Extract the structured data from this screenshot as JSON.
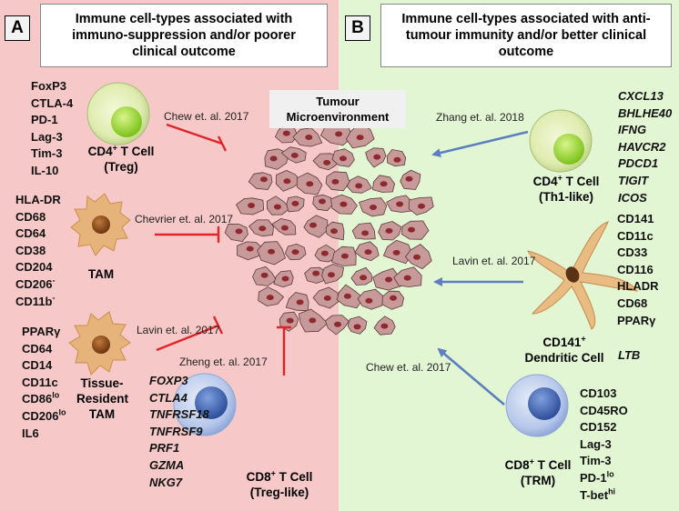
{
  "panel_a": {
    "tag": "A",
    "title_line1": "Immune cell-types associated with",
    "title_line2": "immuno-suppression and/or poorer",
    "title_line3": "clinical outcome",
    "treg": {
      "markers": [
        "FoxP3",
        "CTLA-4",
        "PD-1",
        "Lag-3",
        "Tim-3",
        "IL-10"
      ],
      "label_base": "CD4",
      "label_sup": "+",
      "label_rest": " T Cell",
      "label_line2": "(Treg)",
      "citation": "Chew et. al. 2017"
    },
    "tam": {
      "markers": [
        "HLA-DR",
        "CD68",
        "CD64",
        "CD38",
        "CD204"
      ],
      "m6_base": "CD206",
      "m6_sup": "-",
      "m7_base": "CD11b",
      "m7_sup": "-",
      "label": "TAM",
      "citation": "Chevrier et. al. 2017"
    },
    "tr_tam": {
      "markers": [
        "PPARγ",
        "CD64",
        "CD14",
        "CD11c"
      ],
      "m5_base": "CD86",
      "m5_sup": "lo",
      "m6_base": "CD206",
      "m6_sup": "lo",
      "m7": "IL6",
      "label_line1": "Tissue-",
      "label_line2": "Resident",
      "label_line3": "TAM",
      "citation": "Lavin et. al. 2017"
    },
    "treg_like": {
      "markers": [
        "FOXP3",
        "CTLA4",
        "TNFRSF18",
        "TNFRSF9",
        "PRF1",
        "GZMA",
        "NKG7"
      ],
      "label_base": "CD8",
      "label_sup": "+",
      "label_rest": " T Cell",
      "label_line2": "(Treg-like)",
      "citation": "Zheng et. al. 2017"
    }
  },
  "panel_b": {
    "tag": "B",
    "title_line1": "Immune cell-types associated with anti-",
    "title_line2": "tumour immunity and/or better clinical",
    "title_line3": "outcome",
    "th1": {
      "markers": [
        "CXCL13",
        "BHLHE40",
        "IFNG",
        "HAVCR2",
        "PDCD1",
        "TIGIT",
        "ICOS"
      ],
      "label_base": "CD4",
      "label_sup": "+",
      "label_rest": " T Cell",
      "label_line2": "(Th1-like)",
      "citation": "Zhang et. al. 2018"
    },
    "dc": {
      "markers": [
        "CD141",
        "CD11c",
        "CD33",
        "CD116",
        "HLADR",
        "CD68",
        "PPARγ"
      ],
      "extra": "LTB",
      "label_base": "CD141",
      "label_sup": "+",
      "label_line2": "Dendritic Cell",
      "citation": "Lavin et. al. 2017"
    },
    "trm": {
      "markers": [
        "CD103",
        "CD45RO",
        "CD152",
        "Lag-3",
        "Tim-3"
      ],
      "m6_base": "PD-1",
      "m6_sup": "lo",
      "m7_base": "T-bet",
      "m7_sup": "hi",
      "label_base": "CD8",
      "label_sup": "+",
      "label_rest": " T Cell",
      "label_line2": "(TRM)",
      "citation": "Chew et. al. 2017"
    }
  },
  "tumour": {
    "label_line1": "Tumour",
    "label_line2": "Microenvironment"
  },
  "colors": {
    "panel_a_bg": "#f6c9c8",
    "panel_b_bg": "#e3f6d3",
    "tumour_cell": "#c79a99",
    "tumour_nucleus": "#8e2a2f",
    "suppress_line": "#e0242a",
    "activate_arrow": "#5b7fbf"
  }
}
